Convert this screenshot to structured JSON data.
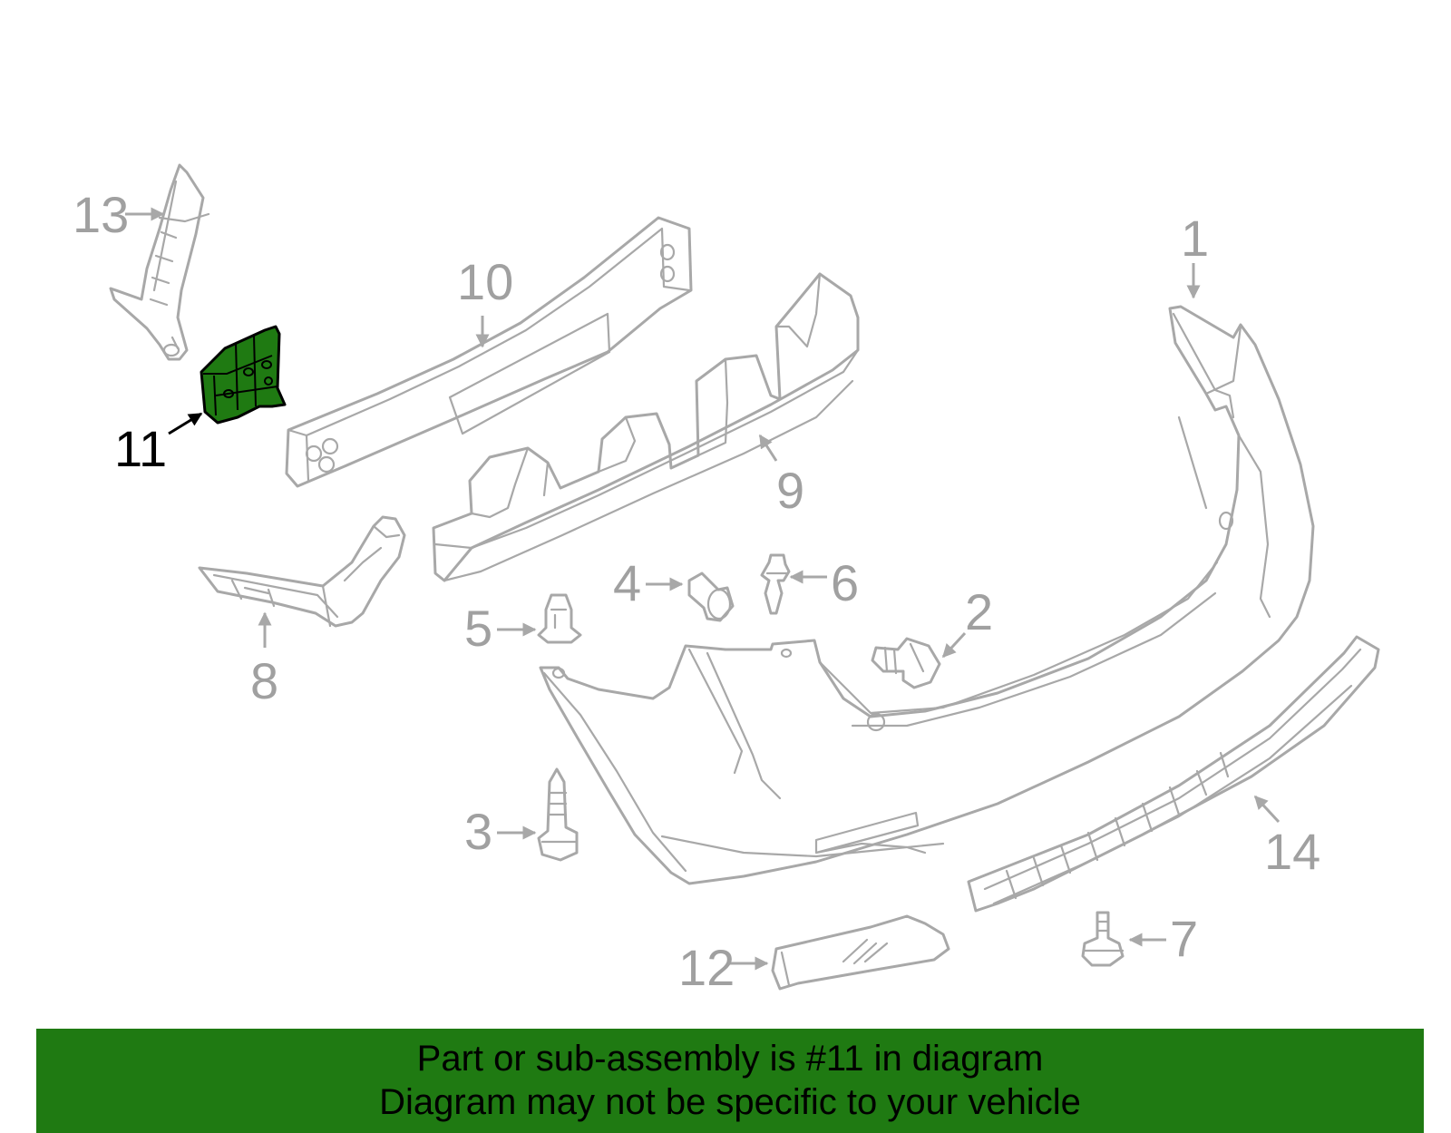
{
  "colors": {
    "highlight": "#1f7a12",
    "part_outline": "#a8a8a8",
    "callout_text": "#a0a0a0",
    "banner_background": "#1f7a12"
  },
  "callouts": {
    "c1": "1",
    "c2": "2",
    "c3": "3",
    "c4": "4",
    "c5": "5",
    "c6": "6",
    "c7": "7",
    "c8": "8",
    "c9": "9",
    "c10": "10",
    "c11": "11",
    "c12": "12",
    "c13": "13",
    "c14": "14"
  },
  "highlighted_part": "11",
  "banner": {
    "line1": "Part or sub-assembly is #11 in diagram",
    "line2": "Diagram may not be specific to your vehicle"
  }
}
